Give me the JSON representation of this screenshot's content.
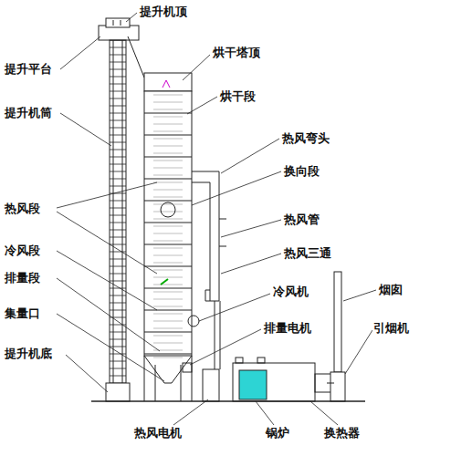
{
  "diagram": {
    "labels": [
      "提升机顶",
      "提升平台",
      "烘干塔顶",
      "提升机筒",
      "烘干段",
      "热风弯头",
      "换向段",
      "热风段",
      "热风管",
      "热风三通",
      "冷风段",
      "冷风机",
      "排量段",
      "烟囱",
      "排量电机",
      "集量口",
      "引烟机",
      "提升机底",
      "热风电机",
      "锅炉",
      "换热器"
    ]
  }
}
